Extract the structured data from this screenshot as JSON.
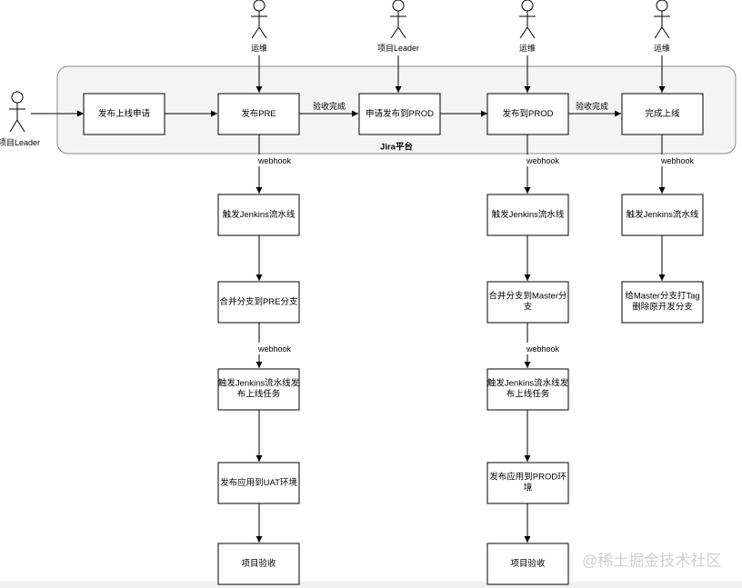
{
  "platform": {
    "label": "Jira平台"
  },
  "actors": {
    "requester": "项目Leader",
    "ops_pre": "运维",
    "leader_prod": "项目Leader",
    "ops_prod": "运维",
    "ops_done": "运维"
  },
  "top_flow": {
    "apply": "发布上线申请",
    "publish_pre": "发布PRE",
    "request_prod": "申请发布到PROD",
    "publish_prod": "发布到PROD",
    "done": "完成上线"
  },
  "edge_labels": {
    "accept_1": "验收完成",
    "accept_2": "验收完成",
    "webhook": "webhook"
  },
  "pre_chain": {
    "trigger": "触发Jenkins流水线",
    "merge": [
      "合并分支到PRE分支"
    ],
    "deploy_task": [
      "触发Jenkins流水线发",
      "布上线任务"
    ],
    "deploy_env": [
      "发布应用到UAT环境"
    ],
    "verify": "项目验收"
  },
  "prod_chain": {
    "trigger": "触发Jenkins流水线",
    "merge": [
      "合并分支到Master分",
      "支"
    ],
    "deploy_task": [
      "触发Jenkins流水线发",
      "布上线任务"
    ],
    "deploy_env": [
      "发布应用到PROD环",
      "境"
    ],
    "verify": "项目验收"
  },
  "done_chain": {
    "trigger": "触发Jenkins流水线",
    "tag": [
      "给Master分支打Tag",
      "删除原开发分支"
    ]
  },
  "watermark": "@稀土掘金技术社区"
}
